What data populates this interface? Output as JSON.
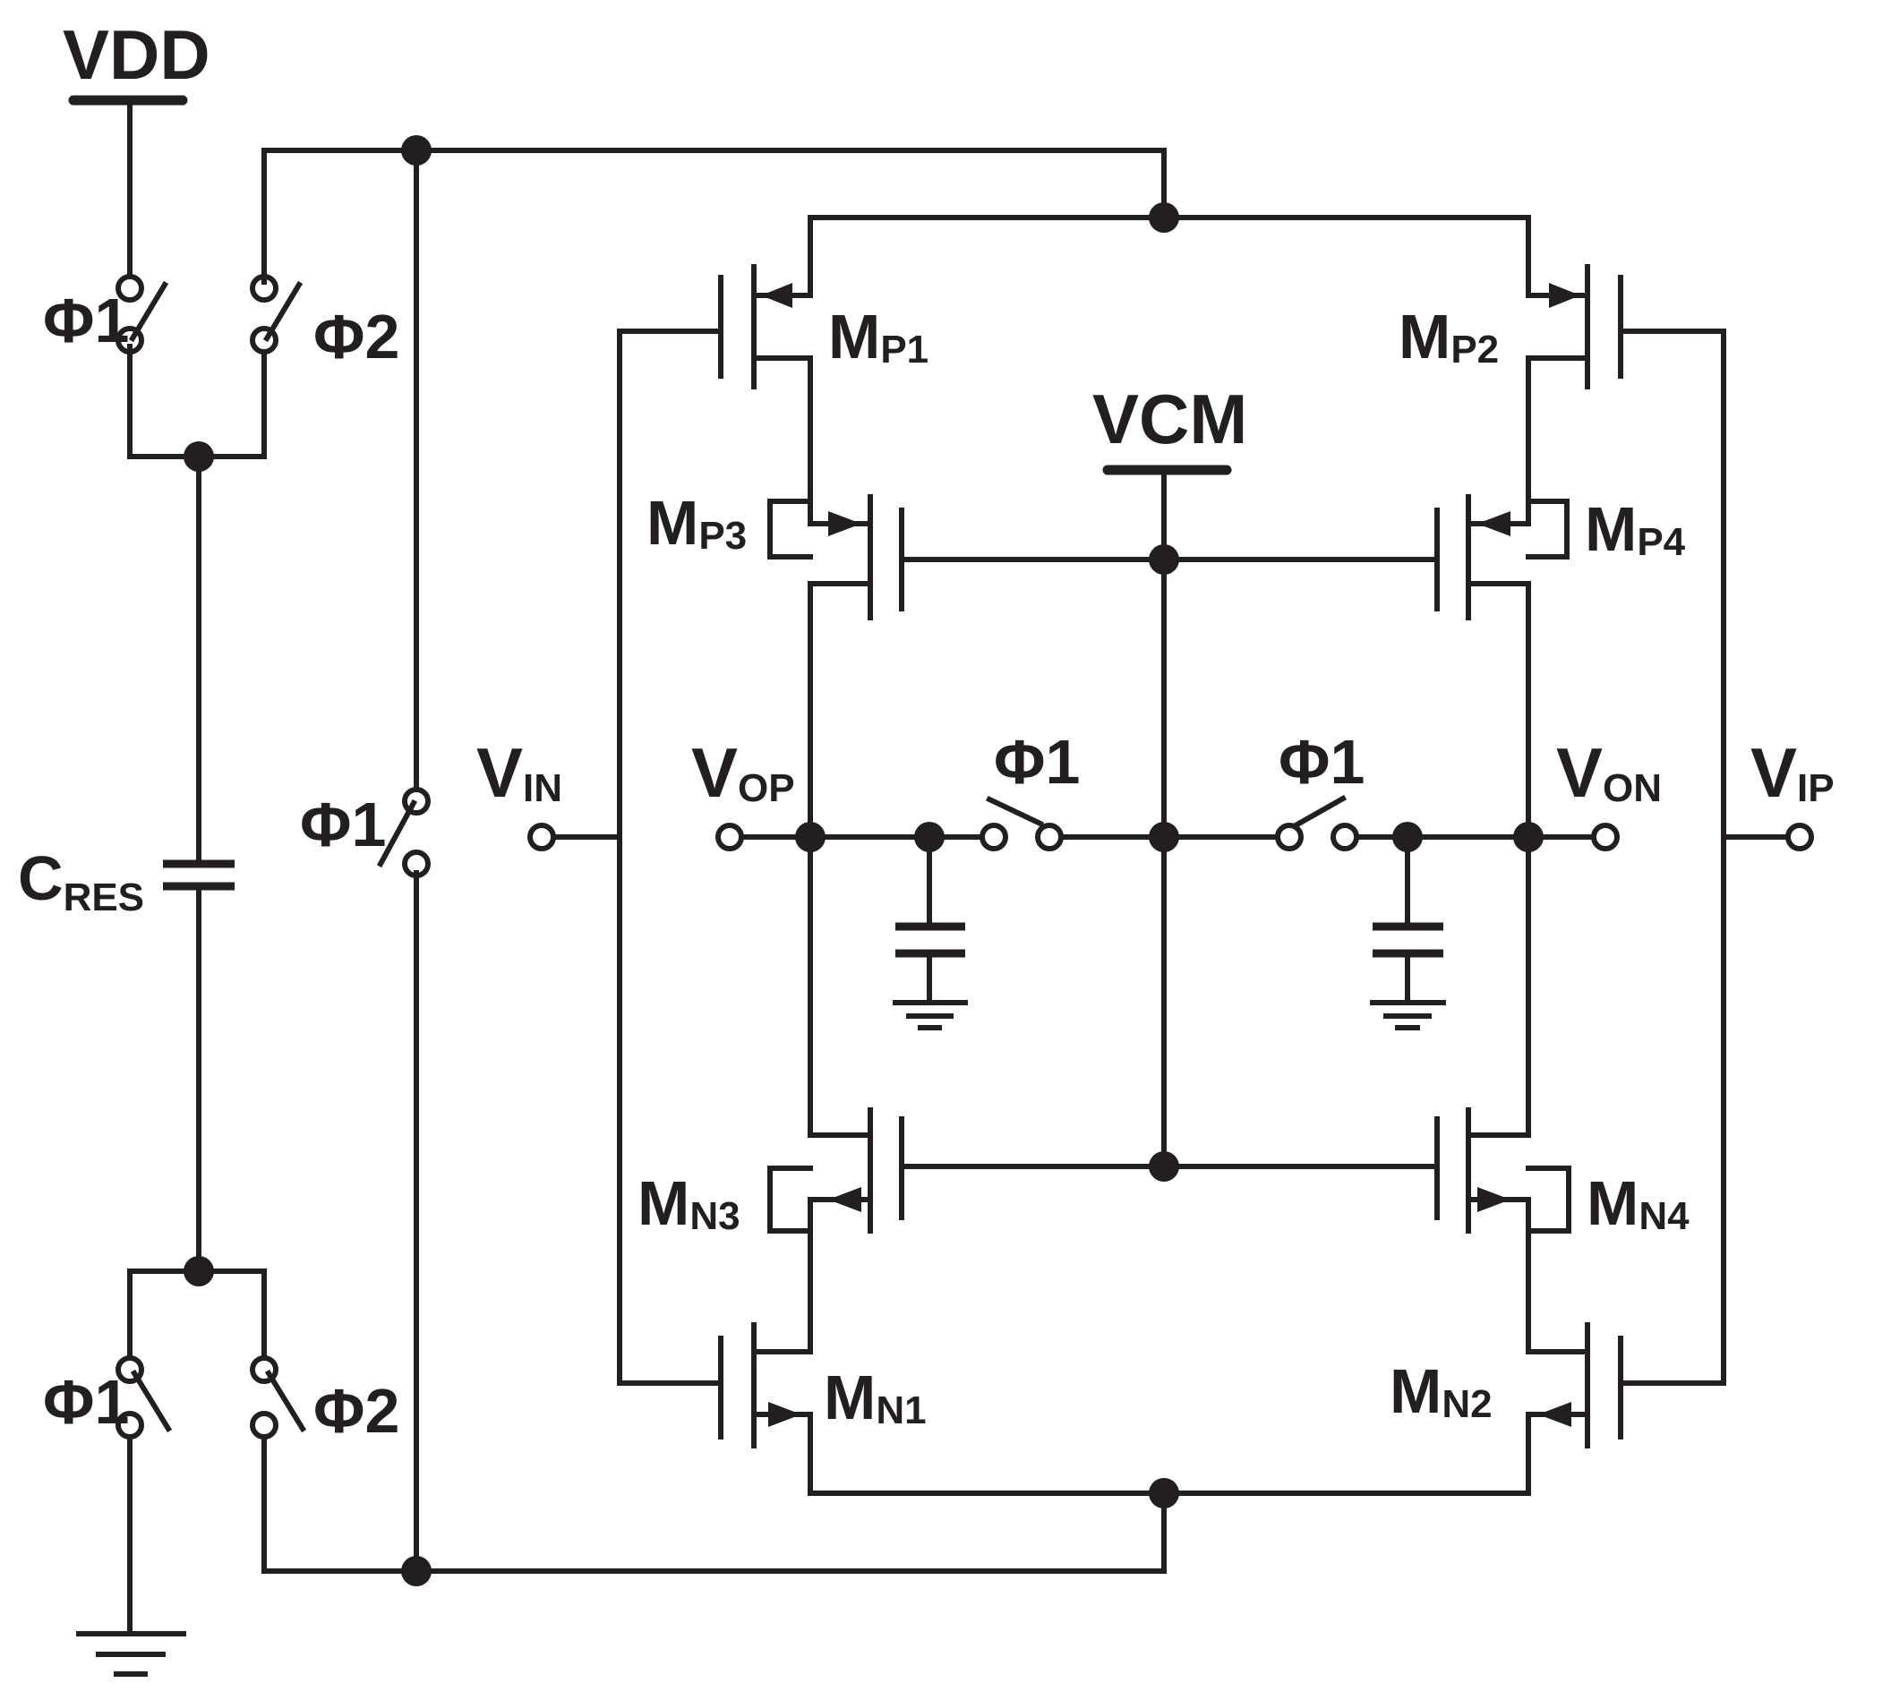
{
  "labels": {
    "vdd": "VDD",
    "vcm": "VCM",
    "phi1": "Φ1",
    "phi2": "Φ2",
    "cres": {
      "main": "C",
      "sub": "RES"
    },
    "vin": {
      "main": "V",
      "sub": "IN"
    },
    "vop": {
      "main": "V",
      "sub": "OP"
    },
    "von": {
      "main": "V",
      "sub": "ON"
    },
    "vip": {
      "main": "V",
      "sub": "IP"
    },
    "mp1": {
      "main": "M",
      "sub": "P1"
    },
    "mp2": {
      "main": "M",
      "sub": "P2"
    },
    "mp3": {
      "main": "M",
      "sub": "P3"
    },
    "mp4": {
      "main": "M",
      "sub": "P4"
    },
    "mn1": {
      "main": "M",
      "sub": "N1"
    },
    "mn2": {
      "main": "M",
      "sub": "N2"
    },
    "mn3": {
      "main": "M",
      "sub": "N3"
    },
    "mn4": {
      "main": "M",
      "sub": "N4"
    }
  },
  "colors": {
    "ink": "#231f20",
    "background": "#ffffff"
  }
}
